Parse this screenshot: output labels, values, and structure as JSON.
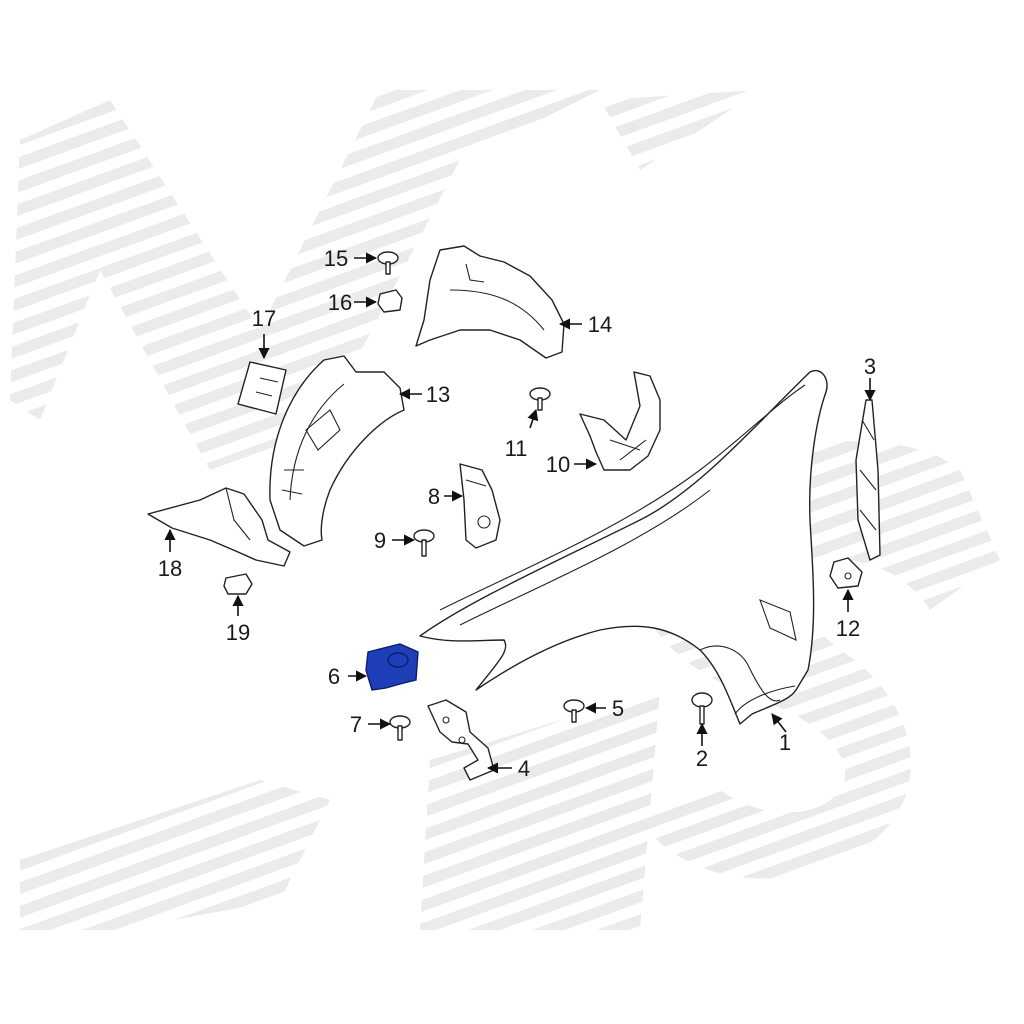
{
  "diagram": {
    "highlight_color": "#1f3fb8",
    "watermark_color": "#d9d9d9",
    "callouts": [
      {
        "id": "1",
        "label": "1"
      },
      {
        "id": "2",
        "label": "2"
      },
      {
        "id": "3",
        "label": "3"
      },
      {
        "id": "4",
        "label": "4"
      },
      {
        "id": "5",
        "label": "5"
      },
      {
        "id": "6",
        "label": "6",
        "highlighted": true
      },
      {
        "id": "7",
        "label": "7"
      },
      {
        "id": "8",
        "label": "8"
      },
      {
        "id": "9",
        "label": "9"
      },
      {
        "id": "10",
        "label": "10"
      },
      {
        "id": "11",
        "label": "11"
      },
      {
        "id": "12",
        "label": "12"
      },
      {
        "id": "13",
        "label": "13"
      },
      {
        "id": "14",
        "label": "14"
      },
      {
        "id": "15",
        "label": "15"
      },
      {
        "id": "16",
        "label": "16"
      },
      {
        "id": "17",
        "label": "17"
      },
      {
        "id": "18",
        "label": "18"
      },
      {
        "id": "19",
        "label": "19"
      }
    ]
  }
}
